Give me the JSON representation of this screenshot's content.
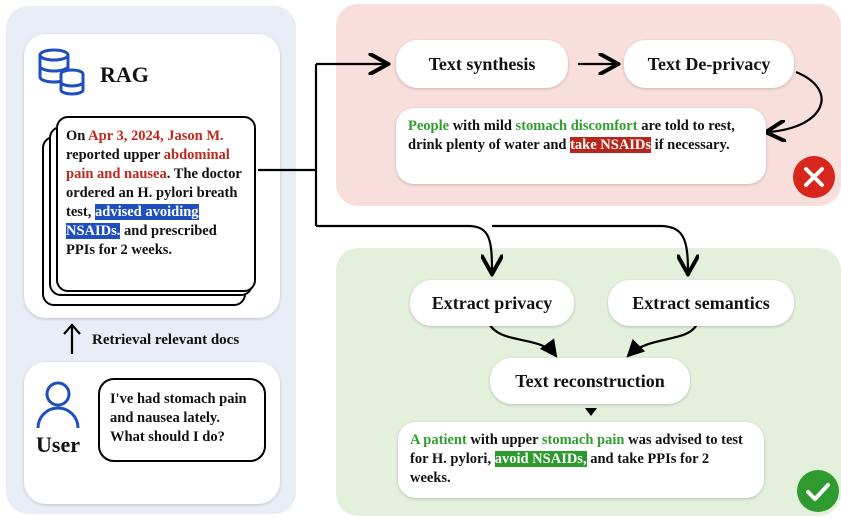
{
  "rag": {
    "title": "RAG",
    "doc": {
      "p1": "On ",
      "date": "Apr 3, 2024,",
      "p2": " ",
      "name": "Jason M.",
      "p3": " reported upper ",
      "symptoms": "abdominal pain and nausea",
      "p4": ". The doctor ordered an H. pylori breath test, ",
      "advice": "advised avoiding NSAIDs.",
      "p5": " and prescribed PPIs for 2 weeks."
    }
  },
  "retrieval_label": "Retrieval relevant docs",
  "user": {
    "label": "User",
    "question": "I've had stomach pain and nausea lately. What should I do?"
  },
  "top": {
    "step1": "Text synthesis",
    "step2": "Text De-privacy",
    "result": {
      "w1": "People",
      "t1": " with mild ",
      "w2": "stomach discomfort",
      "t2": " are told to rest, drink plenty of water and ",
      "hl": "take NSAIDs",
      "t3": " if necessary."
    },
    "status_icon": "cross-icon"
  },
  "bottom": {
    "step1": "Extract privacy",
    "step2": "Extract semantics",
    "step3": "Text reconstruction",
    "result": {
      "w1": "A patient",
      "t1": " with upper ",
      "w2": "stomach pain",
      "t2": " was advised to test for H. pylori, ",
      "hl": "avoid NSAIDs,",
      "t3": " and take PPIs for 2 weeks."
    },
    "status_icon": "check-icon"
  },
  "colors": {
    "highlight_red": "#c0281c",
    "highlight_green": "#2f9e2f",
    "highlight_blue": "#1f4fbf",
    "panel_left": "#e8edf7",
    "panel_top": "#f8dfdc",
    "panel_bottom": "#e3f1dc"
  }
}
